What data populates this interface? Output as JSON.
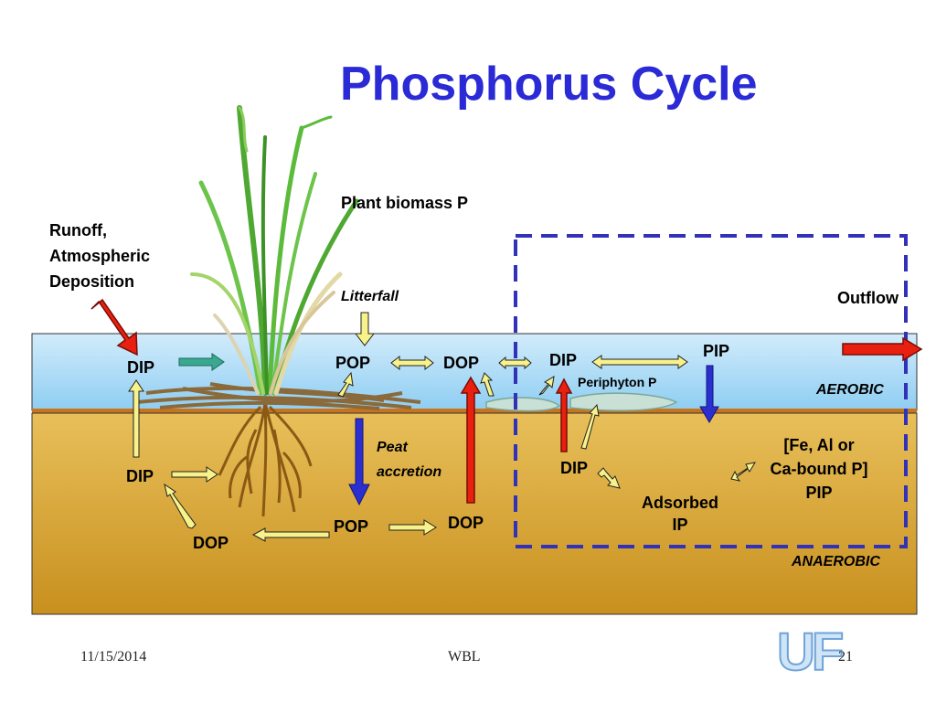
{
  "title": "Phosphorus Cycle",
  "labels": {
    "runoff": [
      "Runoff,",
      "Atmospheric",
      "Deposition"
    ],
    "plant_biomass": "Plant biomass P",
    "litterfall": "Litterfall",
    "outflow": "Outflow",
    "dip_water_left": "DIP",
    "pop_water": "POP",
    "dop_water": "DOP",
    "dip_water_right": "DIP",
    "pip_water": "PIP",
    "periphyton": "Periphyton P",
    "aerobic": "AEROBIC",
    "anaerobic": "ANAEROBIC",
    "dip_soil_left": "DIP",
    "dop_soil_left": "DOP",
    "pop_soil": "POP",
    "dop_soil_mid": "DOP",
    "peat_accretion": [
      "Peat",
      "accretion"
    ],
    "dip_soil_right": "DIP",
    "adsorbed_ip": [
      "Adsorbed",
      "IP"
    ],
    "bound_p": [
      "[Fe, Al or",
      "Ca-bound P]",
      "PIP"
    ]
  },
  "footer": {
    "date": "11/15/2014",
    "center": "WBL",
    "page": "21",
    "logo": "UF"
  },
  "colors": {
    "title": "#2a2ad6",
    "water": "#b6dcf6",
    "soil": "#d9a63a",
    "red_arrow": "#e8200f",
    "blue_arrow": "#2b2fd0",
    "yellow_arrow": "#f7f28a",
    "dashed_box": "#3232b8"
  }
}
